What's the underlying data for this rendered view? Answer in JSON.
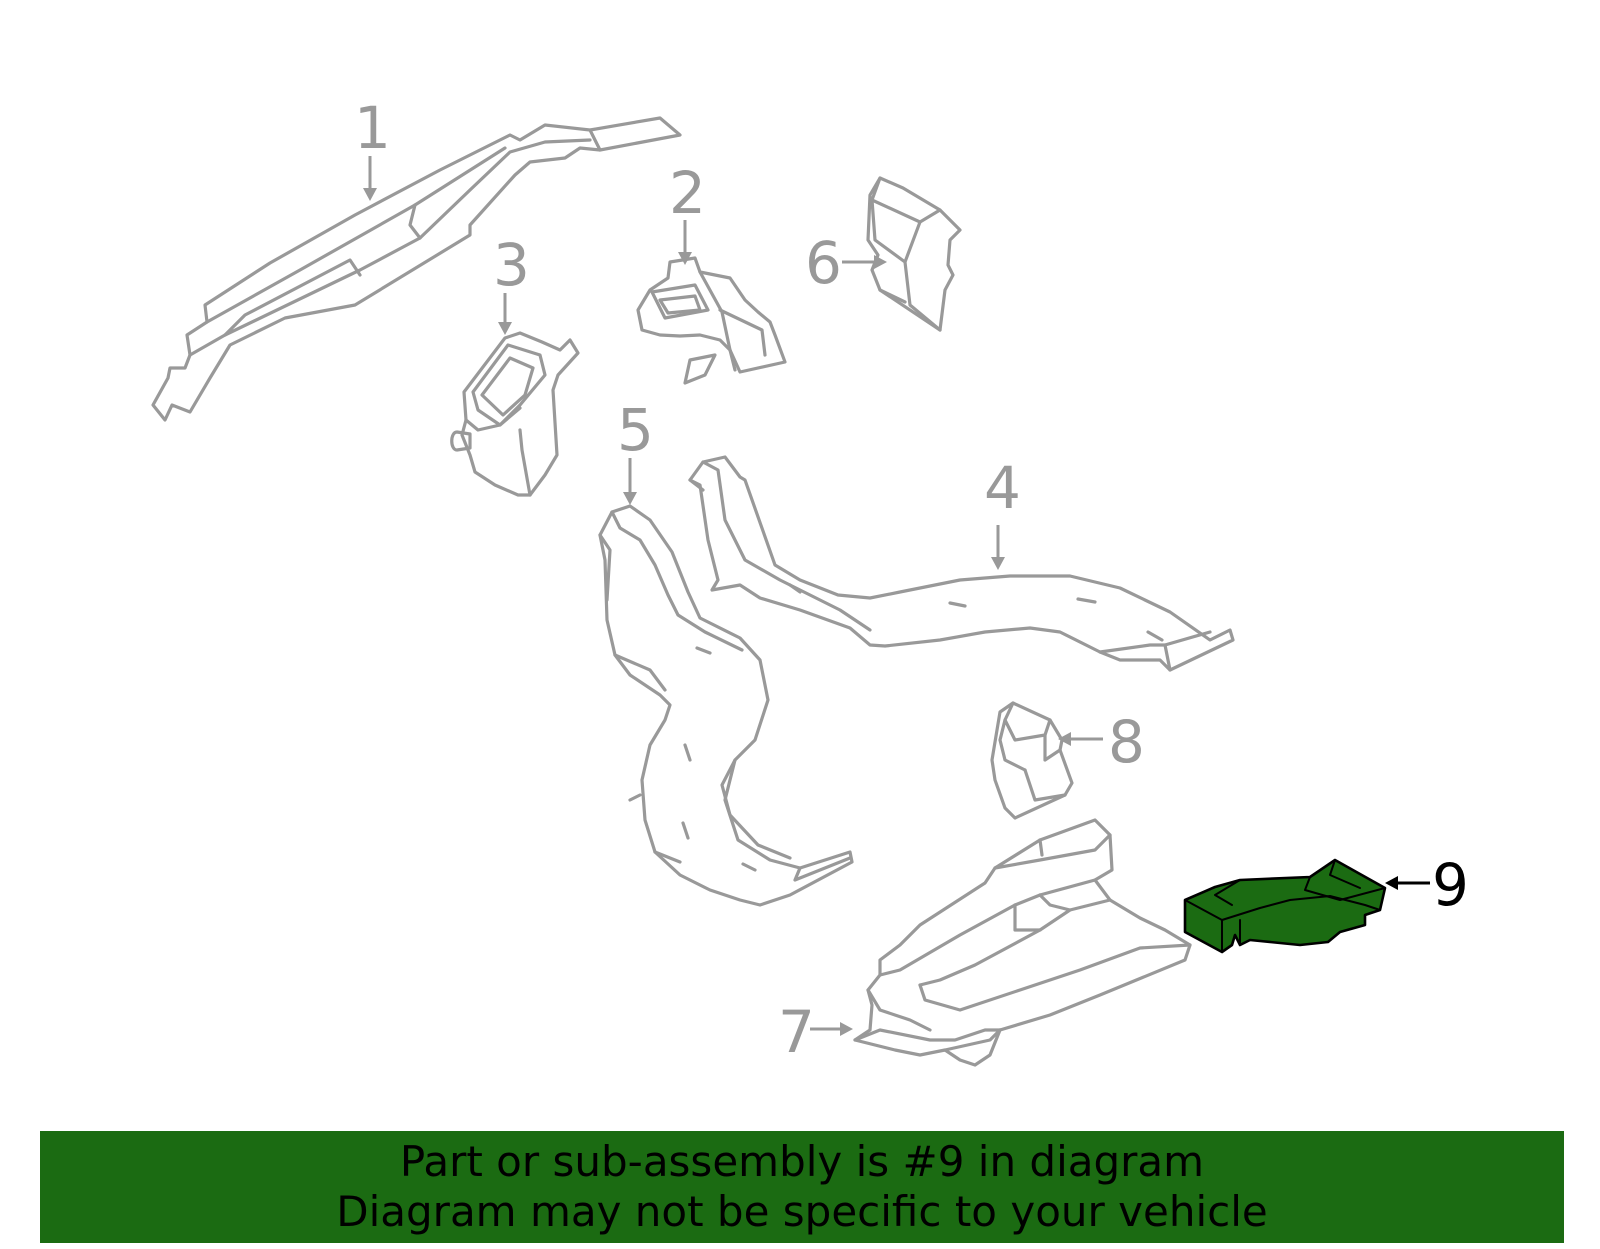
{
  "diagram": {
    "highlighted_part": "9",
    "highlight_color": "#1b6b12",
    "line_color": "#999999",
    "callouts": [
      {
        "id": "1",
        "label": "1"
      },
      {
        "id": "2",
        "label": "2"
      },
      {
        "id": "3",
        "label": "3"
      },
      {
        "id": "4",
        "label": "4"
      },
      {
        "id": "5",
        "label": "5"
      },
      {
        "id": "6",
        "label": "6"
      },
      {
        "id": "7",
        "label": "7"
      },
      {
        "id": "8",
        "label": "8"
      },
      {
        "id": "9",
        "label": "9"
      }
    ]
  },
  "banner": {
    "line1": "Part or sub-assembly is #9 in diagram",
    "line2": "Diagram may not be specific to your vehicle",
    "background": "#1b6b12"
  }
}
